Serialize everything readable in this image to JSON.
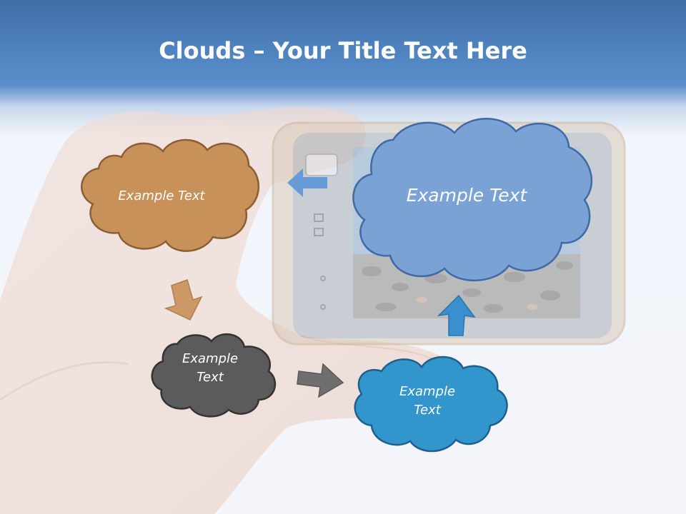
{
  "title": {
    "bold": "Clouds",
    "separator": " – ",
    "rest": "Your Title Text Here"
  },
  "clouds": {
    "brown": {
      "label": "Example Text",
      "color": "#c8915a"
    },
    "big": {
      "label": "Example Text",
      "color": "#7aa2d4"
    },
    "gray": {
      "label_line1": "Example",
      "label_line2": "Text",
      "color": "#5b5b5b"
    },
    "blue": {
      "label_line1": "Example",
      "label_line2": "Text",
      "color": "#3296cc"
    }
  },
  "arrows": {
    "colors": {
      "brown": "#c8915a",
      "gray": "#5b5b5b",
      "blue": "#3a8fcf",
      "light_blue": "#5b97d5"
    }
  },
  "background_image": "hand-holding-camera"
}
